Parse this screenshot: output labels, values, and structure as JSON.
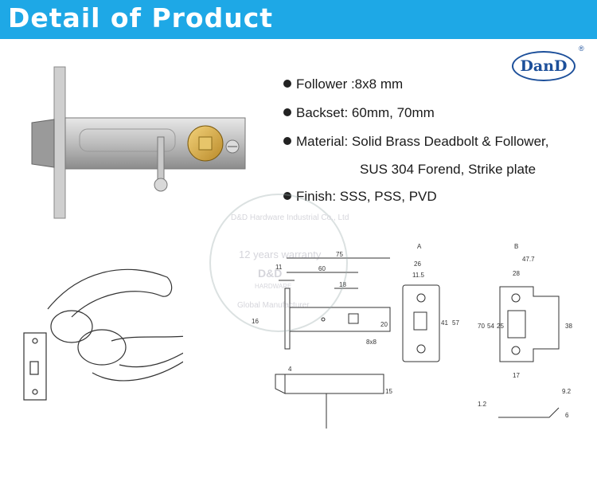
{
  "header": {
    "title": "Detail of Product"
  },
  "brand": {
    "logo_text": "DanD",
    "registered": "®"
  },
  "specs": [
    {
      "text": "Follower :8x8 mm",
      "bullet": true
    },
    {
      "text": "Backset: 60mm, 70mm",
      "bullet": true
    },
    {
      "text": "Material: Solid Brass Deadbolt & Follower,",
      "bullet": true
    },
    {
      "text": "SUS 304 Forend, Strike plate",
      "bullet": false
    },
    {
      "text": "Finish: SSS, PSS, PVD",
      "bullet": true
    }
  ],
  "drawing": {
    "label_a": "A",
    "label_b": "B",
    "dims": {
      "d75": "75",
      "d60": "60",
      "d11": "11",
      "d18": "18",
      "d16": "16",
      "d20": "20",
      "d8x8": "8x8",
      "d4": "4",
      "d15": "15",
      "d26": "26",
      "d11_5": "11.5",
      "d41": "41",
      "d57": "57",
      "d47_7": "47.7",
      "d28": "28",
      "d70": "70",
      "d54": "54",
      "d25": "25",
      "d38": "38",
      "d17": "17",
      "d1_2": "1.2",
      "d9_2": "9.2",
      "d6": "6"
    }
  },
  "watermark": {
    "arc_top": "D&D Hardware Industrial Co., Ltd",
    "mid": "12 years warranty",
    "brand": "D&D",
    "sub": "HARDWARE",
    "arc_bottom": "Global Manufacturer"
  },
  "colors": {
    "header": "#1ea8e6",
    "logo": "#1c4f9a"
  }
}
